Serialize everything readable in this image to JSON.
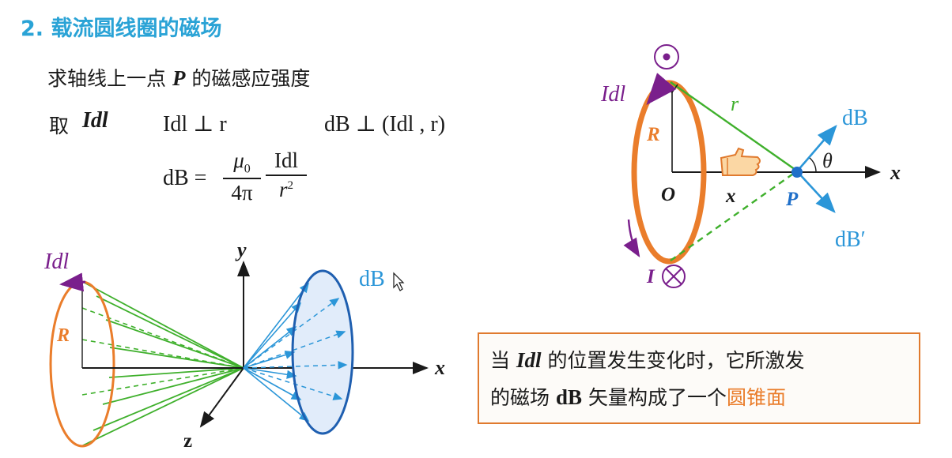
{
  "section_title": "2. 载流圆线圈的磁场",
  "line1": {
    "prefix": "求轴线上一点",
    "var_p": "P",
    "suffix": "的磁感应强度"
  },
  "line2": {
    "take": "取",
    "idl": "Idl",
    "rel1": "Idl ⊥ r",
    "rel2": "dB ⊥ (Idl , r)"
  },
  "formula": {
    "lhs": "dB =",
    "mu": "μ",
    "mu_sub": "0",
    "den": "4π",
    "num2": "Idl",
    "r": "r",
    "r_sup": "2"
  },
  "fig_right": {
    "dot_symbol": "⊙",
    "idl": "Idl",
    "R": "R",
    "r": "r",
    "dB": "dB",
    "theta": "θ",
    "x_axis": "x",
    "O": "O",
    "x_label": "x",
    "P": "P",
    "dBprime": "dB′",
    "I_cross": "I",
    "cross_symbol": "⊗"
  },
  "fig_left": {
    "idl": "Idl",
    "R": "R",
    "y": "y",
    "x": "x",
    "z": "z",
    "dB": "dB"
  },
  "callout": {
    "part1": "当",
    "idl": "Idl",
    "part2": "的位置发生变化时，它所激发",
    "part3": "的磁场",
    "dB": "dB",
    "part4": "矢量构成了一个",
    "highlight": "圆锥面"
  },
  "colors": {
    "title": "#2aa3d6",
    "orange": "#ea7d2b",
    "green": "#3fb02c",
    "blue": "#2b96d8",
    "purple": "#7a1f8c"
  }
}
